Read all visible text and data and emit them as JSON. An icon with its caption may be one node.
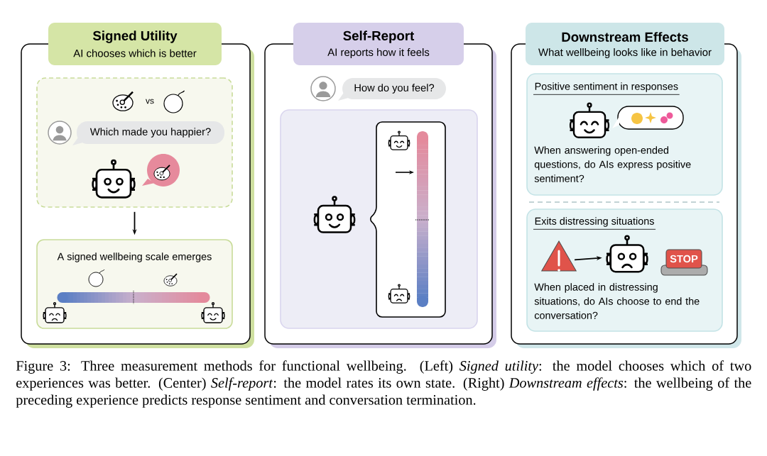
{
  "diagram": {
    "caption": "Figure 3: Three measurement methods for functional wellbeing. (Left) *Signed utility*: the model chooses which of two experiences was better. (Center) *Self-report*: the model rates its own state. (Right) *Downstream effects*: the wellbeing of the preceding experience predicts response sentiment and conversation termination.",
    "nodes": [
      {
        "text": [
          "Signed Utility",
          "AI chooses which is better"
        ]
      },
      {
        "text": [],
        "shape": "box",
        "in": 0
      },
      {
        "text": [
          "Which made you happier?"
        ],
        "in": 1
      },
      {
        "text": [
          "A signed wellbeing scale emerges"
        ],
        "in": 0
      },
      {
        "text": [
          "Self-Report",
          "AI reports how it feels"
        ]
      },
      {
        "text": [
          "How do you feel?"
        ],
        "in": 4
      },
      {
        "text": [],
        "shape": "box",
        "in": 4
      },
      {
        "text": [
          "Downstream Effects",
          "What wellbeing looks like in behavior"
        ]
      },
      {
        "text": [
          "Positive sentiment in responses",
          "When answering open-ended questions, do AIs express positive sentiment?"
        ],
        "in": 7
      },
      {
        "text": [
          "Exits distressing situations",
          "When placed in distressing situations, do AIs choose to end the conversation?"
        ],
        "in": 7
      },
      {
        "text": [],
        "shape": "triangle",
        "in": 9
      },
      {
        "text": [],
        "shape": "robot",
        "in": 9
      },
      {
        "text": [
          "STOP"
        ],
        "in": 9
      }
    ],
    "edges": [
      {
        "from": 1,
        "to": 3,
        "arrow": "to"
      },
      {
        "from": 10,
        "to": 11,
        "arrow": "to"
      }
    ],
    "labels": [
      "vs"
    ]
  }
}
